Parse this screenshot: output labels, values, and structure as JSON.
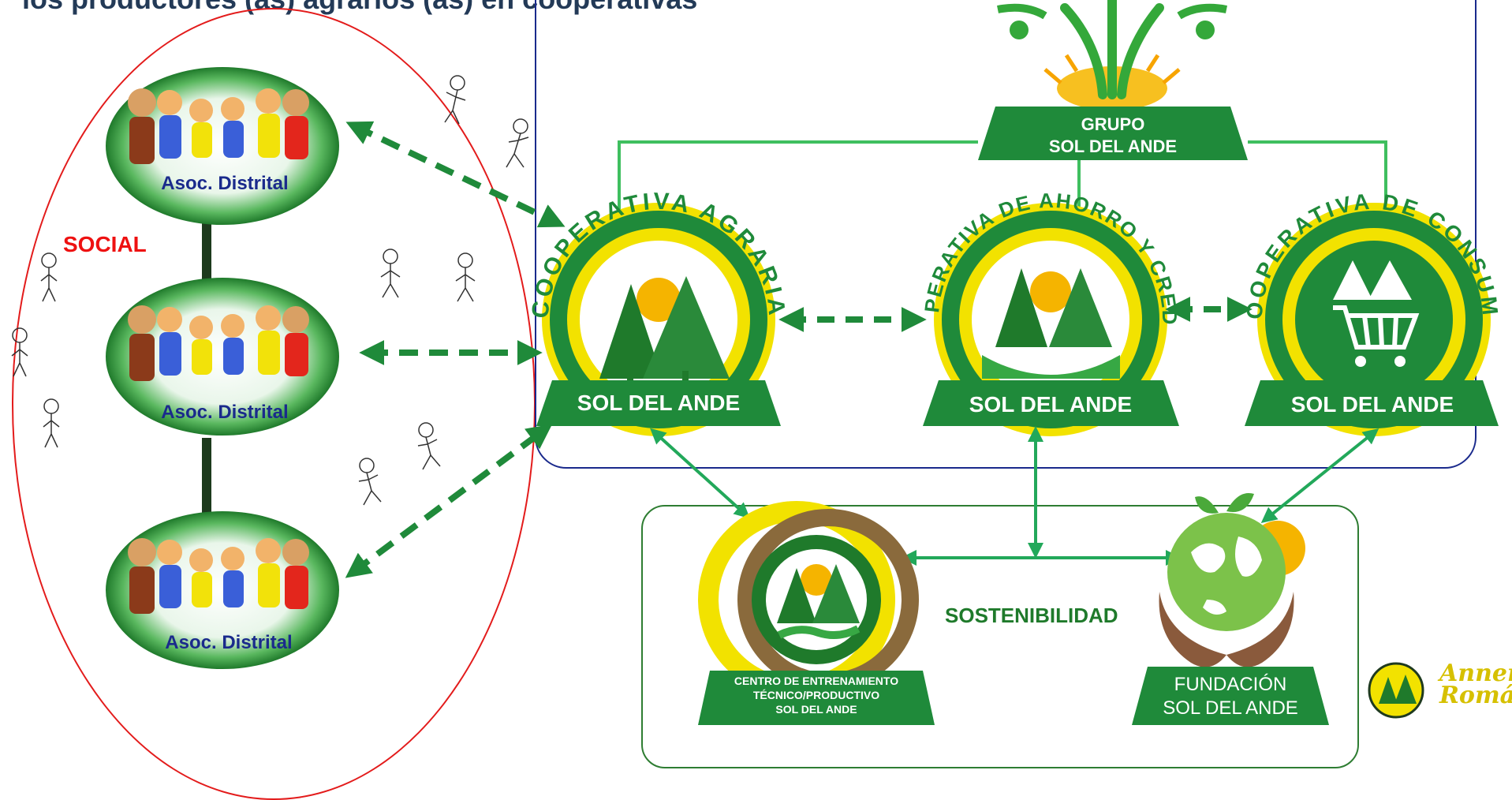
{
  "title": "los productores (as) agrarios (as) en cooperativas",
  "labels": {
    "social": "SOCIAL",
    "sostenibilidad": "SOSTENIBILIDAD"
  },
  "group": {
    "line1": "GRUPO",
    "line2": "SOL DEL ANDE"
  },
  "coops": [
    {
      "ring_text": "COOPERATIVA AGRARIA",
      "ribbon": "SOL DEL ANDE",
      "icon": "trees-sun-icon"
    },
    {
      "ring_text": "COOPERATIVA DE AHORRO Y CREDITO",
      "ribbon": "SOL DEL ANDE",
      "icon": "trees-handshake-icon"
    },
    {
      "ring_text": "COOPERATIVA DE CONSUMO",
      "ribbon": "SOL DEL ANDE",
      "icon": "shopping-cart-icon"
    }
  ],
  "centro": {
    "line1": "CENTRO DE ENTRENAMIENTO",
    "line2": "TÉCNICO/PRODUCTIVO",
    "line3": "SOL DEL ANDE"
  },
  "fundacion": {
    "line1": "FUNDACIÓN",
    "line2": "SOL DEL ANDE"
  },
  "assocs": [
    {
      "label": "Asoc. Distrital"
    },
    {
      "label": "Asoc. Distrital"
    },
    {
      "label": "Asoc. Distrital"
    }
  ],
  "signature": {
    "line1": "Anner",
    "line2": "Román"
  },
  "colors": {
    "green": "#1f8a3a",
    "yellow": "#f2e200",
    "red": "#e31b1b",
    "blue": "#1a2a8c"
  }
}
